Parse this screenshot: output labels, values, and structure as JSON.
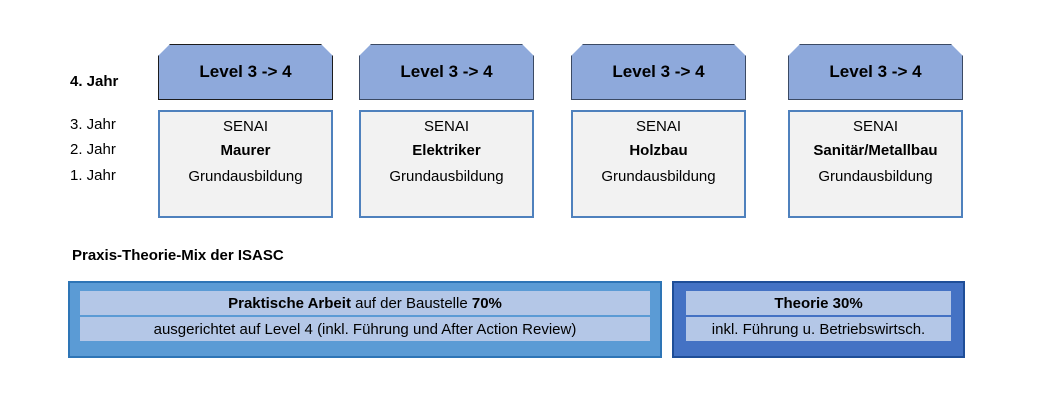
{
  "years": {
    "y4": "4. Jahr",
    "y3": "3. Jahr",
    "y2": "2. Jahr",
    "y1": "1. Jahr"
  },
  "columns": [
    {
      "level": "Level 3 -> 4",
      "senai": "SENAI",
      "trade": "Maurer",
      "grund": "Grundausbildung"
    },
    {
      "level": "Level 3 -> 4",
      "senai": "SENAI",
      "trade": "Elektriker",
      "grund": "Grundausbildung"
    },
    {
      "level": "Level 3 -> 4",
      "senai": "SENAI",
      "trade": "Holzbau",
      "grund": "Grundausbildung"
    },
    {
      "level": "Level 3 -> 4",
      "senai": "SENAI",
      "trade": "Sanitär/Metallbau",
      "grund": "Grundausbildung"
    }
  ],
  "mix": {
    "title": "Praxis-Theorie-Mix der ISASC",
    "practice": {
      "bold1": "Praktische Arbeit",
      "mid": " auf der Baustelle ",
      "bold2": "70%",
      "line2": "ausgerichtet auf Level 4 (inkl. Führung und After Action Review)"
    },
    "theory": {
      "line1": "Theorie 30%",
      "line2": "inkl. Führung u. Betriebswirtsch."
    }
  },
  "colors": {
    "level_fill": "#8ea9db",
    "box_fill": "#f2f2f2",
    "box_border": "#4f81bd",
    "practice_fill": "#5b9bd5",
    "theory_fill": "#4472c4",
    "band_fill": "#b4c7e7"
  }
}
